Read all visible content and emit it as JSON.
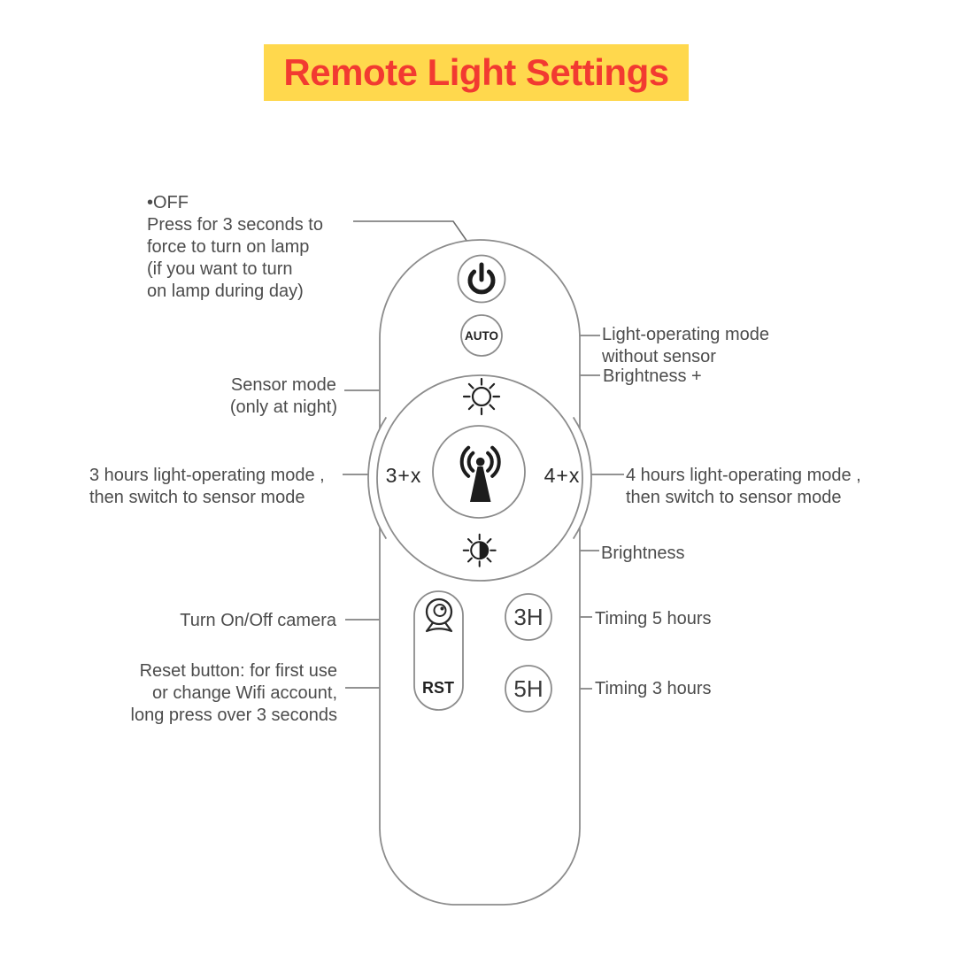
{
  "title": {
    "text": "Remote Light Settings"
  },
  "colors": {
    "banner_bg": "#FFD84D",
    "banner_text": "#F23A31",
    "outline_gray": "#8c8c8c",
    "leader_line": "#6e6e6e",
    "icon_black": "#1c1c1c",
    "label_text": "#4c4c4c"
  },
  "remote": {
    "power_icon": "power-icon",
    "auto_button_label": "AUTO",
    "dpad": {
      "top_icon": "sun-brightness-plus-icon",
      "center_icon": "antenna-broadcast-icon",
      "bottom_icon": "half-sun-brightness-icon",
      "left_label": "3+x",
      "right_label": "4+x"
    },
    "camera_icon": "webcam-icon",
    "reset_button_label": "RST",
    "timer_top_label": "3H",
    "timer_bottom_label": "5H"
  },
  "annotations": {
    "off": "•OFF\nPress for 3 seconds to\nforce to turn on lamp\n(if you want to turn\non lamp during day)",
    "light_mode": "Light-operating mode\nwithout sensor",
    "brightness_plus": "Brightness +",
    "sensor_mode": "Sensor mode\n(only at night)",
    "three_hours": "3 hours light-operating mode ,\nthen switch to sensor mode",
    "four_hours": "4 hours light-operating mode ,\nthen switch to sensor mode",
    "brightness": "Brightness",
    "camera": "Turn On/Off camera",
    "reset": "Reset button: for first use\nor change Wifi account,\nlong press over 3 seconds",
    "timing_5": "Timing 5 hours",
    "timing_3": "Timing 3 hours"
  }
}
